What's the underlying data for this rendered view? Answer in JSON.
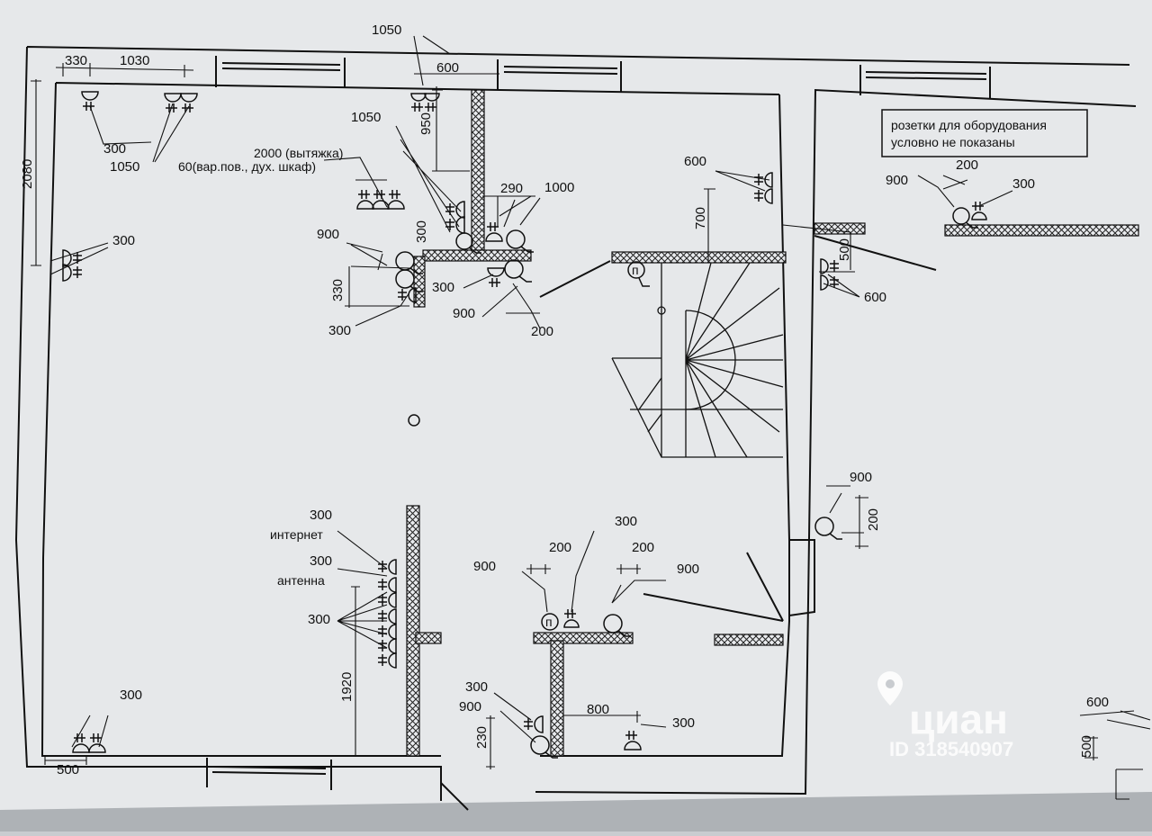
{
  "note": {
    "line1": "розетки для оборудования",
    "line2": "условно не показаны"
  },
  "labels": {
    "internet": "интернет",
    "antenna": "антенна",
    "vent": "2000 (вытяжка)",
    "oven": "60(вар.пов., дух. шкаф)",
    "switch": "п"
  },
  "dims": {
    "top_1050": "1050",
    "top_330": "330",
    "top_1030": "1030",
    "top_600": "600",
    "kitchen_1050": "1050",
    "v_950": "950",
    "left_300_a": "300",
    "left_1050": "1050",
    "v_2080": "2080",
    "left_300_b": "300",
    "k_290": "290",
    "k_1000": "1000",
    "k_900": "900",
    "v_300": "300",
    "v_330": "330",
    "k_300_a": "300",
    "k_300_b": "300",
    "k_900_b": "900",
    "k_200": "200",
    "st_600": "600",
    "v_700": "700",
    "r_900": "900",
    "r_200": "200",
    "r_300": "300",
    "v_500": "500",
    "r_600": "600",
    "hall_900": "900",
    "v_200": "200",
    "w_300_internet": "300",
    "w_300_antenna": "300",
    "w_300_group": "300",
    "v_1920": "1920",
    "c_200_a": "200",
    "c_300": "300",
    "c_200_b": "200",
    "c_900_a": "900",
    "c_900_b": "900",
    "b_300": "300",
    "b_900": "900",
    "b_800": "800",
    "v_230": "230",
    "b_300_right": "300",
    "bl_300": "300",
    "bl_500": "500",
    "br_600": "600",
    "br_500": "500"
  },
  "watermark": {
    "brand": "циан",
    "id": "ID 318540907"
  }
}
